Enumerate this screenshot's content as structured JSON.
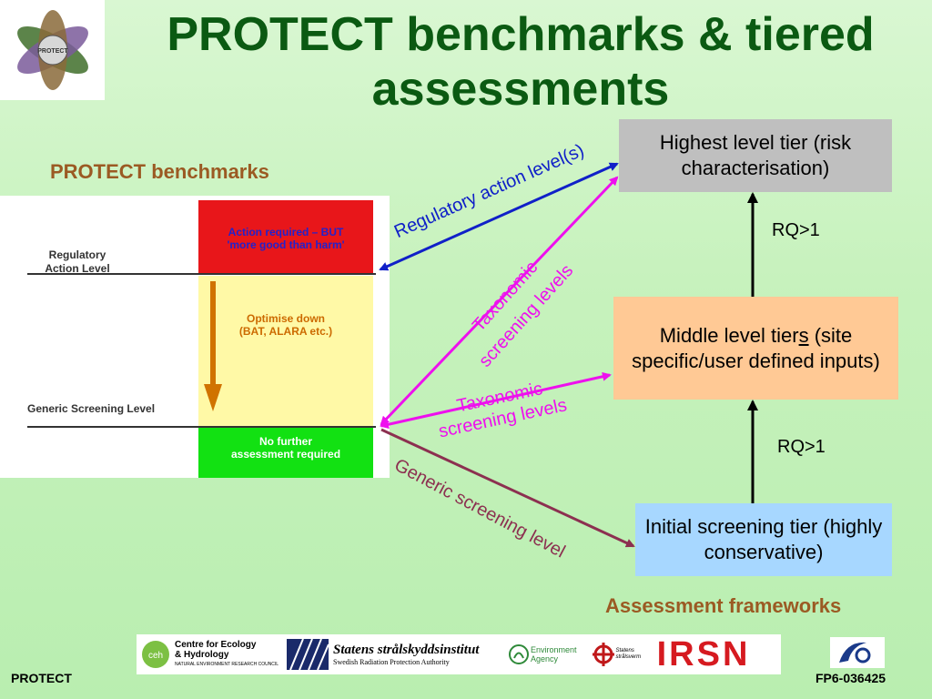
{
  "title_line1": "PROTECT benchmarks & tiered",
  "title_line2": "assessments",
  "logo_text": "PROTECT",
  "benchmarks_heading": "PROTECT benchmarks",
  "frameworks_heading": "Assessment frameworks",
  "benchmark_figure": {
    "regulatory_label": "Regulatory\nAction Level",
    "generic_label": "Generic Screening Level",
    "red_zone": "Action required – BUT\n'more good than harm'",
    "yellow_zone": "Optimise down\n(BAT, ALARA etc.)",
    "green_zone": "No further\nassessment required"
  },
  "tiers": {
    "highest": "Highest level tier (risk characterisation)",
    "middle_pre": "Middle level tier",
    "middle_underlined": "s",
    "middle_post": " (site specific/user defined inputs)",
    "initial": "Initial screening tier (highly conservative)"
  },
  "rq_upper": "RQ>1",
  "rq_lower": "RQ>1",
  "arrow_labels": {
    "regulatory": "Regulatory action level(s)",
    "taxonomic_1a": "Taxonomic",
    "taxonomic_1b": "screening levels",
    "taxonomic_2a": "Taxonomic",
    "taxonomic_2b": "screening levels",
    "generic": "Generic screening level"
  },
  "colors": {
    "title": "#0b5a12",
    "heading": "#9b5a23",
    "regulatory_arrow": "#1020c8",
    "taxonomic_arrow": "#ee10ee",
    "generic_arrow": "#8c3050"
  },
  "partners": {
    "ceh": "Centre for Ecology & Hydrology",
    "ceh_sub": "NATURAL ENVIRONMENT RESEARCH COUNCIL",
    "ssi": "Statens strålskyddsinstitut",
    "ssi_sub": "Swedish Radiation Protection Authority",
    "ea": "Environment Agency",
    "ssm": "Statens strålsverm",
    "irsn": "IRSN"
  },
  "footer_left": "PROTECT",
  "footer_right": "FP6-036425"
}
